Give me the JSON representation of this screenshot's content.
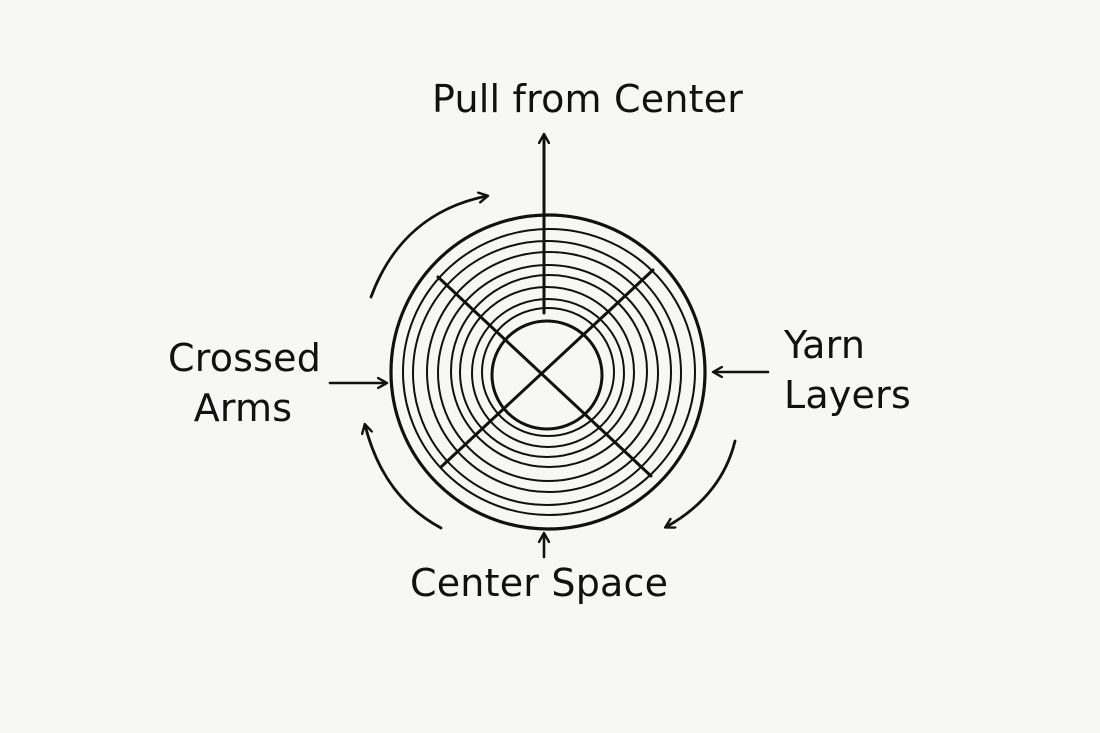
{
  "labels": {
    "top": "Pull from Center",
    "bottom": "Center Space",
    "left_line1": "Crossed",
    "left_line2": "Arms",
    "right_line1": "Yarn",
    "right_line2": "Layers"
  },
  "colors": {
    "ink": "#111111",
    "background": "#f7f7f6"
  }
}
